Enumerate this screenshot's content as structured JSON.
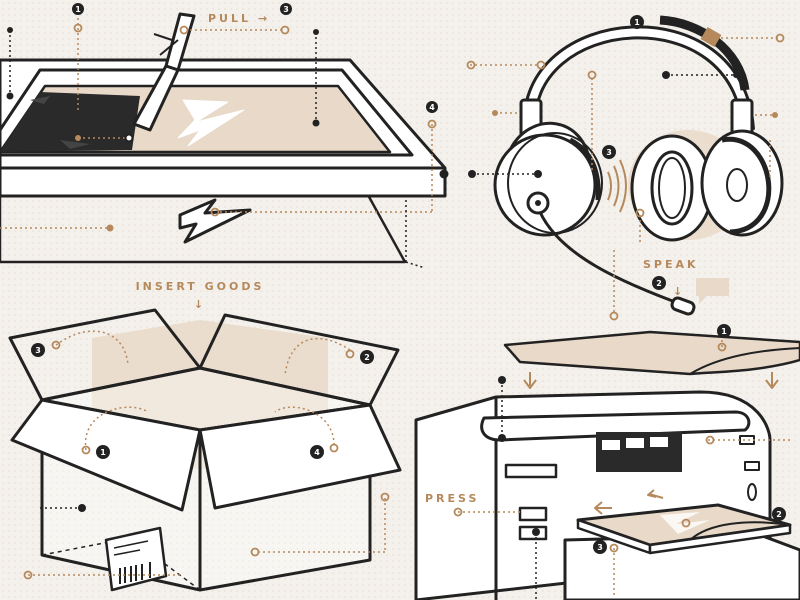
{
  "colors": {
    "ink": "#222222",
    "accent": "#b5895c",
    "fill": "#e8d9c8",
    "paper": "#f4f1ec"
  },
  "screen_print": {
    "label": "PULL",
    "arrow": "→",
    "steps": [
      "1",
      "3",
      "4"
    ],
    "icons": [
      "squeegee-icon",
      "lightning-logo-icon"
    ]
  },
  "headphones": {
    "label": "SPEAK",
    "arrow": "↓",
    "steps": [
      "1",
      "2",
      "3"
    ],
    "icons": [
      "headphones-icon",
      "microphone-icon",
      "speech-bubble-icon",
      "sound-waves-icon"
    ]
  },
  "box": {
    "label": "INSERT GOODS",
    "arrow": "↓",
    "steps": [
      "1",
      "2",
      "3",
      "4"
    ],
    "icons": [
      "cardboard-box-icon",
      "shipping-label-icon",
      "barcode-icon"
    ]
  },
  "printer": {
    "label": "PRESS",
    "steps": [
      "1",
      "2",
      "3"
    ],
    "icons": [
      "garment-printer-icon",
      "t-shirt-icon",
      "print-tray-icon"
    ]
  }
}
